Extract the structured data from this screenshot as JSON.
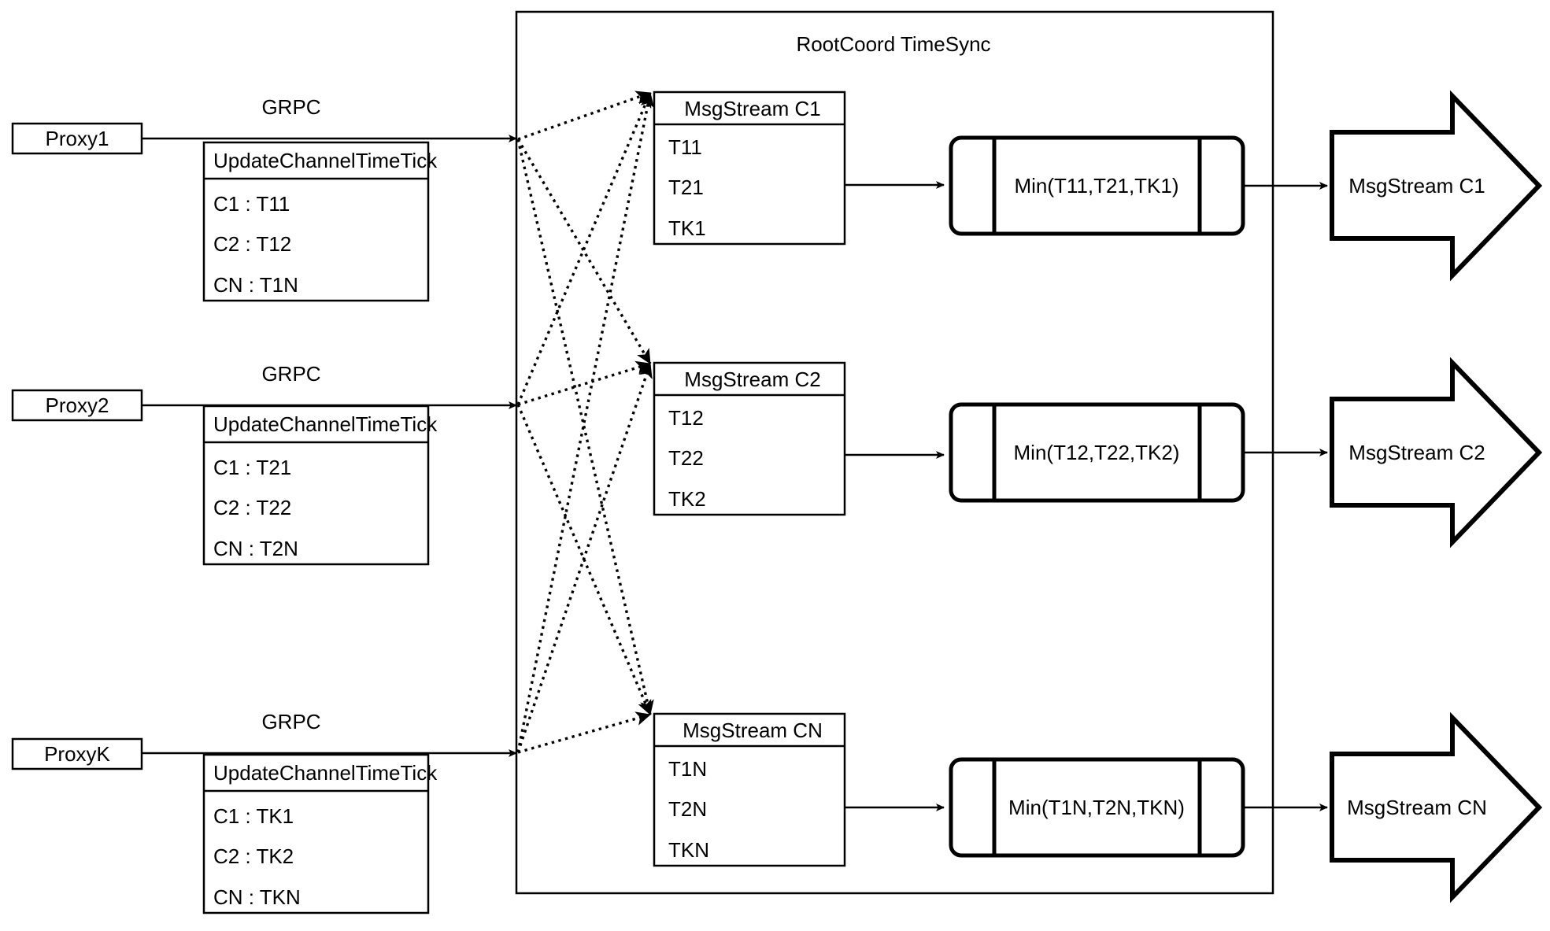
{
  "diagram": {
    "title": "RootCoord TimeSync",
    "container_label": "RootCoord TimeSync",
    "rpc_label_1": "GRPC",
    "rpc_label_2": "GRPC",
    "rpc_label_3": "GRPC"
  },
  "proxies": [
    {
      "name": "Proxy1",
      "rpc": "GRPC",
      "message_header": "UpdateChannelTimeTick",
      "rows": [
        "C1 :  T11",
        "C2 :  T12",
        "CN : T1N"
      ]
    },
    {
      "name": "Proxy2",
      "rpc": "GRPC",
      "message_header": "UpdateChannelTimeTick",
      "rows": [
        "C1 :  T21",
        "C2 :  T22",
        "CN : T2N"
      ]
    },
    {
      "name": "ProxyK",
      "rpc": "GRPC",
      "message_header": "UpdateChannelTimeTick",
      "rows": [
        "C1 :  TK1",
        "C2 :  TK2",
        "CN : TKN"
      ]
    }
  ],
  "channels": [
    {
      "stream_header": "MsgStream C1",
      "ticks": [
        "T11",
        "T21",
        "TK1"
      ],
      "min_label": "Min(T11,T21,TK1)",
      "output_label": "MsgStream C1"
    },
    {
      "stream_header": "MsgStream C2",
      "ticks": [
        "T12",
        "T22",
        "TK2"
      ],
      "min_label": "Min(T12,T22,TK2)",
      "output_label": "MsgStream C2"
    },
    {
      "stream_header": "MsgStream CN",
      "ticks": [
        "T1N",
        "T2N",
        "TKN"
      ],
      "min_label": "Min(T1N,T2N,TKN)",
      "output_label": "MsgStream CN"
    }
  ],
  "colors": {
    "stroke": "#000000",
    "background": "#ffffff"
  }
}
